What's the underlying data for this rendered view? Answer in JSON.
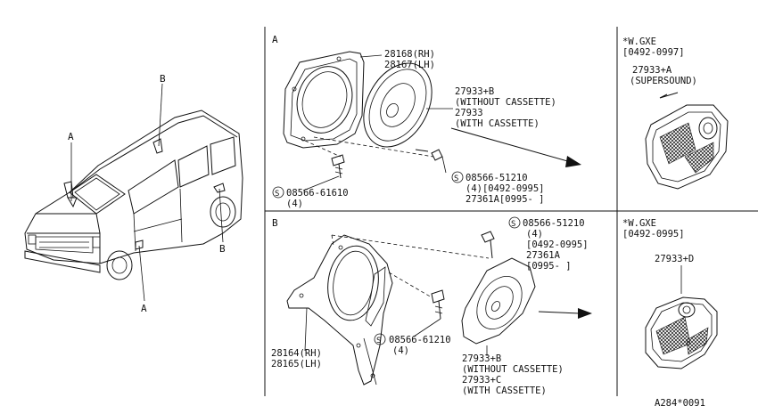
{
  "vehicle": {
    "markers": [
      "A",
      "B",
      "B",
      "A"
    ]
  },
  "panel_a": {
    "section": "A",
    "parts": {
      "bracket_rh": "28168(RH)",
      "bracket_lh": "28167(LH)",
      "spk_b": "27933+B",
      "spk_b_note": "(WITHOUT CASSETTE)",
      "spk": "27933",
      "spk_note": "(WITH CASSETTE)",
      "screw_right": "08566-51210",
      "screw_right_qty": "(4)[0492-0995]",
      "screw_right_alt": "27361A[0995-     ]",
      "screw_left": "08566-61610",
      "screw_left_qty": "(4)"
    },
    "variant": {
      "model": "*W.GXE",
      "range": "[0492-0997]",
      "part": "27933+A",
      "note": "(SUPERSOUND)"
    }
  },
  "panel_b": {
    "section": "B",
    "parts": {
      "screw_top": "08566-51210",
      "screw_top_qty": "(4)",
      "screw_top_range": "[0492-0995]",
      "screw_top_alt": "27361A",
      "screw_top_alt_range": "[0995-     ]",
      "screw_mid": "08566-61210",
      "screw_mid_qty": "(4)",
      "bracket_rh": "28164(RH)",
      "bracket_lh": "28165(LH)",
      "spk_b": "27933+B",
      "spk_b_note": "(WITHOUT CASSETTE)",
      "spk_c": "27933+C",
      "spk_c_note": "(WITH CASSETTE)"
    },
    "variant": {
      "model": "*W.GXE",
      "range": "[0492-0995]",
      "part": "27933+D"
    }
  },
  "footer": {
    "ref": "A284*0091"
  },
  "symbols": {
    "s": "S"
  }
}
